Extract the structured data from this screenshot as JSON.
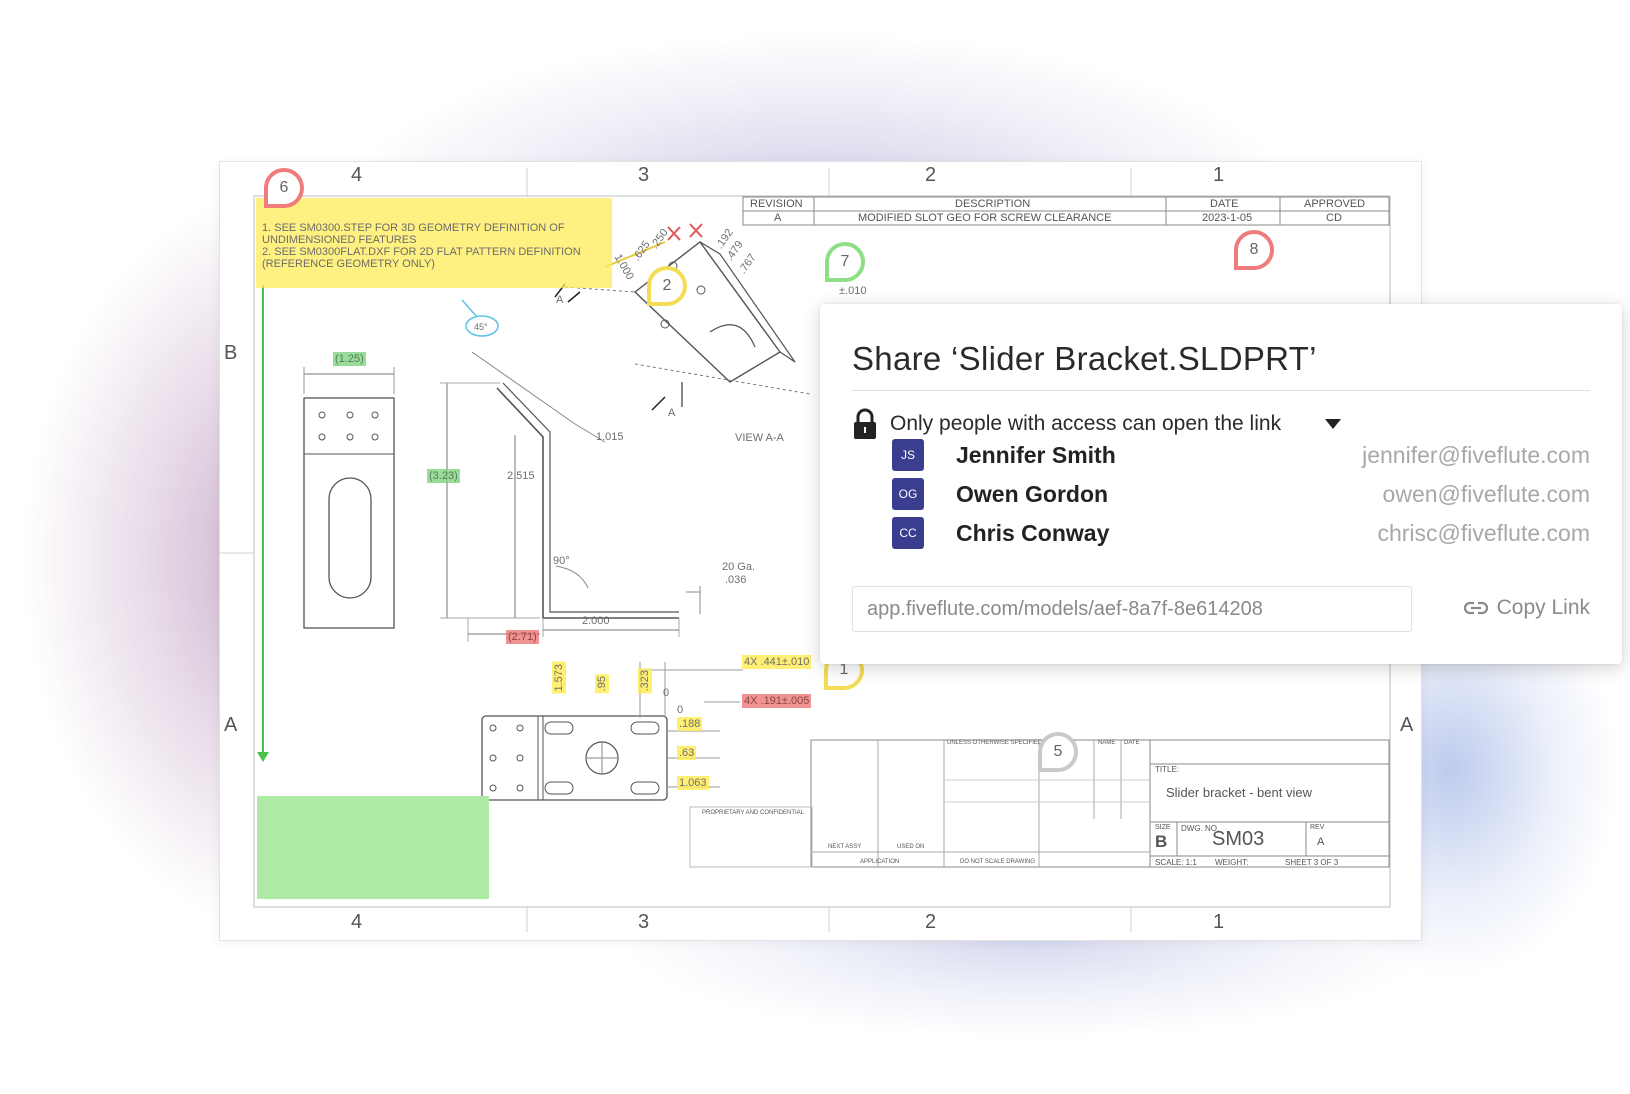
{
  "drawing": {
    "col_labels_top": [
      "4",
      "3",
      "2",
      "1"
    ],
    "col_labels_bottom": [
      "4",
      "3",
      "2",
      "1"
    ],
    "row_labels_left": [
      "B",
      "A"
    ],
    "row_labels_right": [
      "A"
    ],
    "revision_table": {
      "headers": [
        "REVISION",
        "DESCRIPTION",
        "DATE",
        "APPROVED"
      ],
      "row": [
        "A",
        "MODIFIED SLOT GEO FOR SCREW CLEARANCE",
        "2023-1-05",
        "CD"
      ]
    },
    "notes": [
      "1.   SEE SM0300.STEP FOR 3D GEOMETRY DEFINITION OF",
      "       UNDIMENSIONED FEATURES",
      "2.   SEE SM0300FLAT.DXF FOR 2D FLAT PATTERN DEFINITION",
      "       (REFERENCE GEOMETRY ONLY)"
    ],
    "dimensions": {
      "d_125": "(1.25)",
      "d_323": "(3.23)",
      "d_2515": "2.515",
      "d_1015": "1.015",
      "d_2000": "2.000",
      "d_271": "(2.71)",
      "d_angle90": "90°",
      "d_angle45": "45°",
      "gauge": "20 Ga.",
      "gauge_val": ".036",
      "view_label": "VIEW A-A",
      "section_a": "A",
      "d_1000": "1.000",
      "d_625": ".625",
      "d_250": ".250",
      "d_192": ".192",
      "d_479": ".479",
      "d_767": ".767",
      "d_010": "±.010",
      "d_441": "4X .441±.010",
      "d_191": "4X .191±.005",
      "d_1573": "1.573",
      "d_95": ".95",
      "d_323b": ".323",
      "d_188": ".188",
      "d_63": ".63",
      "d_1063": "1.063",
      "d_zero1": "0",
      "d_zero2": "0"
    },
    "title_block": {
      "title_label": "TITLE:",
      "title": "Slider bracket - bent view",
      "size_label": "SIZE",
      "size": "B",
      "dwg_label": "DWG. NO.",
      "dwg_no": "SM03",
      "rev_label": "REV",
      "rev": "A",
      "scale": "SCALE: 1:1",
      "weight": "WEIGHT:",
      "sheet": "SHEET 3 OF 3",
      "unless": "UNLESS OTHERWISE SPECIFIED:",
      "name_col": "NAME",
      "date_col": "DATE",
      "prop_title": "PROPRIETARY AND CONFIDENTIAL",
      "next_assy": "NEXT ASSY",
      "used_on": "USED ON",
      "application": "APPLICATION",
      "do_not_scale": "DO NOT SCALE DRAWING"
    },
    "annotation_pins": [
      "1",
      "2",
      "5",
      "6",
      "7",
      "8"
    ]
  },
  "share_dialog": {
    "title": "Share ‘Slider Bracket.SLDPRT’",
    "access_text": "Only people with access can open the link",
    "people": [
      {
        "initials": "JS",
        "name": "Jennifer Smith",
        "email": "jennifer@fiveflute.com"
      },
      {
        "initials": "OG",
        "name": "Owen Gordon",
        "email": "owen@fiveflute.com"
      },
      {
        "initials": "CC",
        "name": "Chris Conway",
        "email": "chrisc@fiveflute.com"
      }
    ],
    "link": "app.fiveflute.com/models/aef-8a7f-8e614208",
    "copy_label": "Copy Link",
    "colors": {
      "avatar": "#3b3d8f",
      "muted": "#a8a8a8"
    }
  }
}
